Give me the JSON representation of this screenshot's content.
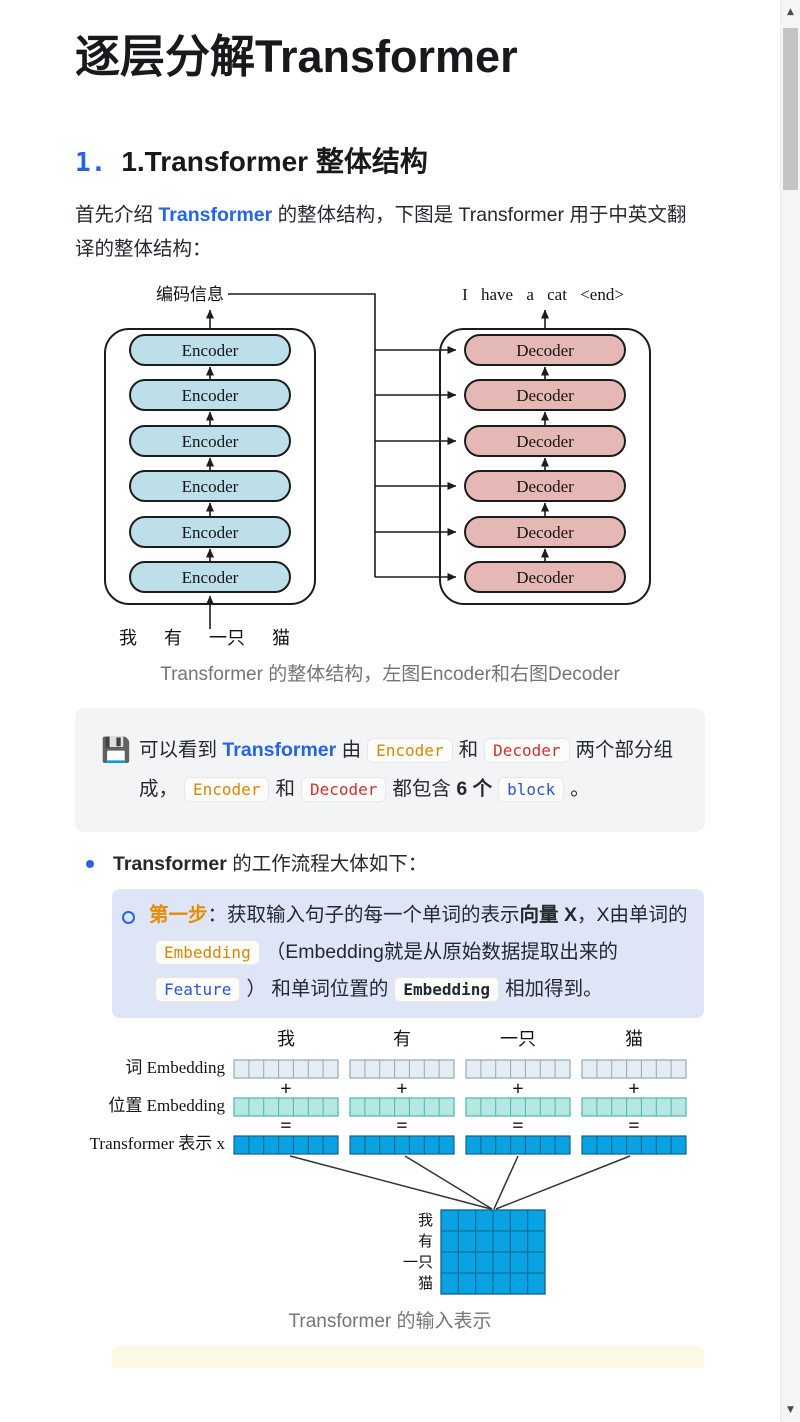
{
  "page_title": "逐层分解Transformer",
  "section_heading": {
    "marker": "1.",
    "text": "1.Transformer 整体结构"
  },
  "intro": {
    "t1": "首先介绍 ",
    "link": "Transformer",
    "t2": " 的整体结构，下图是 Transformer 用于中英文翻译的整体结构："
  },
  "diagram1": {
    "encoded_info": "编码信息",
    "output_sentence": "I have a cat <end>",
    "encoder": "Encoder",
    "decoder": "Decoder",
    "input_words": [
      "我",
      "有",
      "一只",
      "猫"
    ],
    "caption": "Transformer 的整体结构，左图Encoder和右图Decoder",
    "colors": {
      "encoder_fill": "#bcdfe9",
      "decoder_fill": "#e6b8b5",
      "line": "#1c1c1c"
    }
  },
  "callout": {
    "icon": "💾",
    "t1": "可以看到 ",
    "link": "Transformer",
    "t2": " 由",
    "code_encoder1": "Encoder",
    "t3": "和",
    "code_decoder1": "Decoder",
    "t4": "两个部分组成，",
    "code_encoder2": "Encoder",
    "t5": "和",
    "code_decoder2": "Decoder",
    "t6": "都包含 ",
    "bold": "6 个",
    "code_block": "block",
    "t7": "。",
    "colors": {
      "background": "#f3f4f6",
      "encoder_code": "#d48806",
      "decoder_code": "#d43030",
      "block_code": "#2d53da"
    }
  },
  "workflow": {
    "bullet_bold": "Transformer",
    "bullet_text": " 的工作流程大体如下：",
    "step1": {
      "label": "第一步",
      "t1": "：获取输入句子的每一个单词的表示",
      "bold1": "向量 X",
      "t2": "，X由单词的",
      "code1": "Embedding",
      "t3": "（Embedding就是从原始数据提取出来的",
      "code2": "Feature",
      "t4": "） 和单词位置的",
      "code3": "Embedding",
      "t5": "相加得到。",
      "colors": {
        "background": "#dde5f6",
        "label": "#e78b00"
      }
    }
  },
  "diagram2": {
    "column_words": [
      "我",
      "有",
      "一只",
      "猫"
    ],
    "row_labels": [
      "词 Embedding",
      "位置 Embedding",
      "Transformer 表示 x"
    ],
    "operators": {
      "plus": "+",
      "equals": "="
    },
    "matrix_words": [
      "我",
      "有",
      "一只",
      "猫"
    ],
    "caption": "Transformer 的输入表示",
    "colors": {
      "word_row": "#e3edf3",
      "position_row": "#b5e8e2",
      "sum_row": "#09a2e2",
      "matrix": "#09a2e2"
    }
  },
  "scrollbar": {
    "up": "▲",
    "down": "▼"
  }
}
